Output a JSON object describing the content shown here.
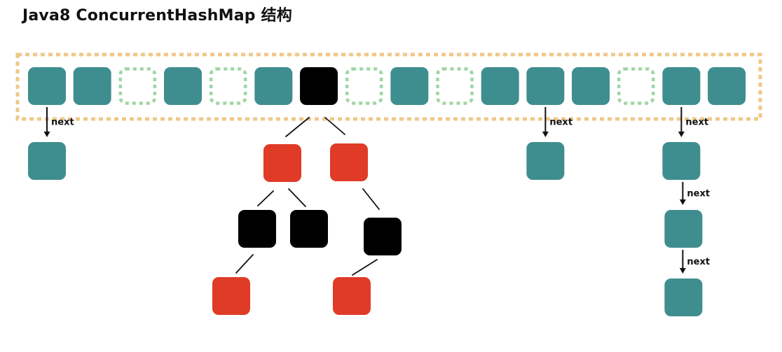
{
  "title": "Java8 ConcurrentHashMap 结构",
  "colors": {
    "bucket": "#3f8e8f",
    "empty_border": "#9fd6a3",
    "table_border": "#f0c88a",
    "tree_black": "#000000",
    "tree_red": "#df3b27",
    "line": "#111111"
  },
  "table": {
    "slots": [
      "node",
      "node",
      "empty",
      "node",
      "empty",
      "node",
      "tree-root",
      "empty",
      "node",
      "empty",
      "node",
      "node",
      "node",
      "empty",
      "node",
      "node"
    ]
  },
  "chains": [
    {
      "from_slot": 0,
      "labels": [
        "next"
      ]
    },
    {
      "from_slot": 11,
      "labels": [
        "next"
      ]
    },
    {
      "from_slot": 14,
      "labels": [
        "next",
        "next",
        "next"
      ]
    }
  ],
  "tree": {
    "root_slot": 6,
    "levels": [
      [
        "red",
        "red"
      ],
      [
        "black",
        "black",
        "black"
      ],
      [
        "red",
        "red"
      ]
    ]
  }
}
